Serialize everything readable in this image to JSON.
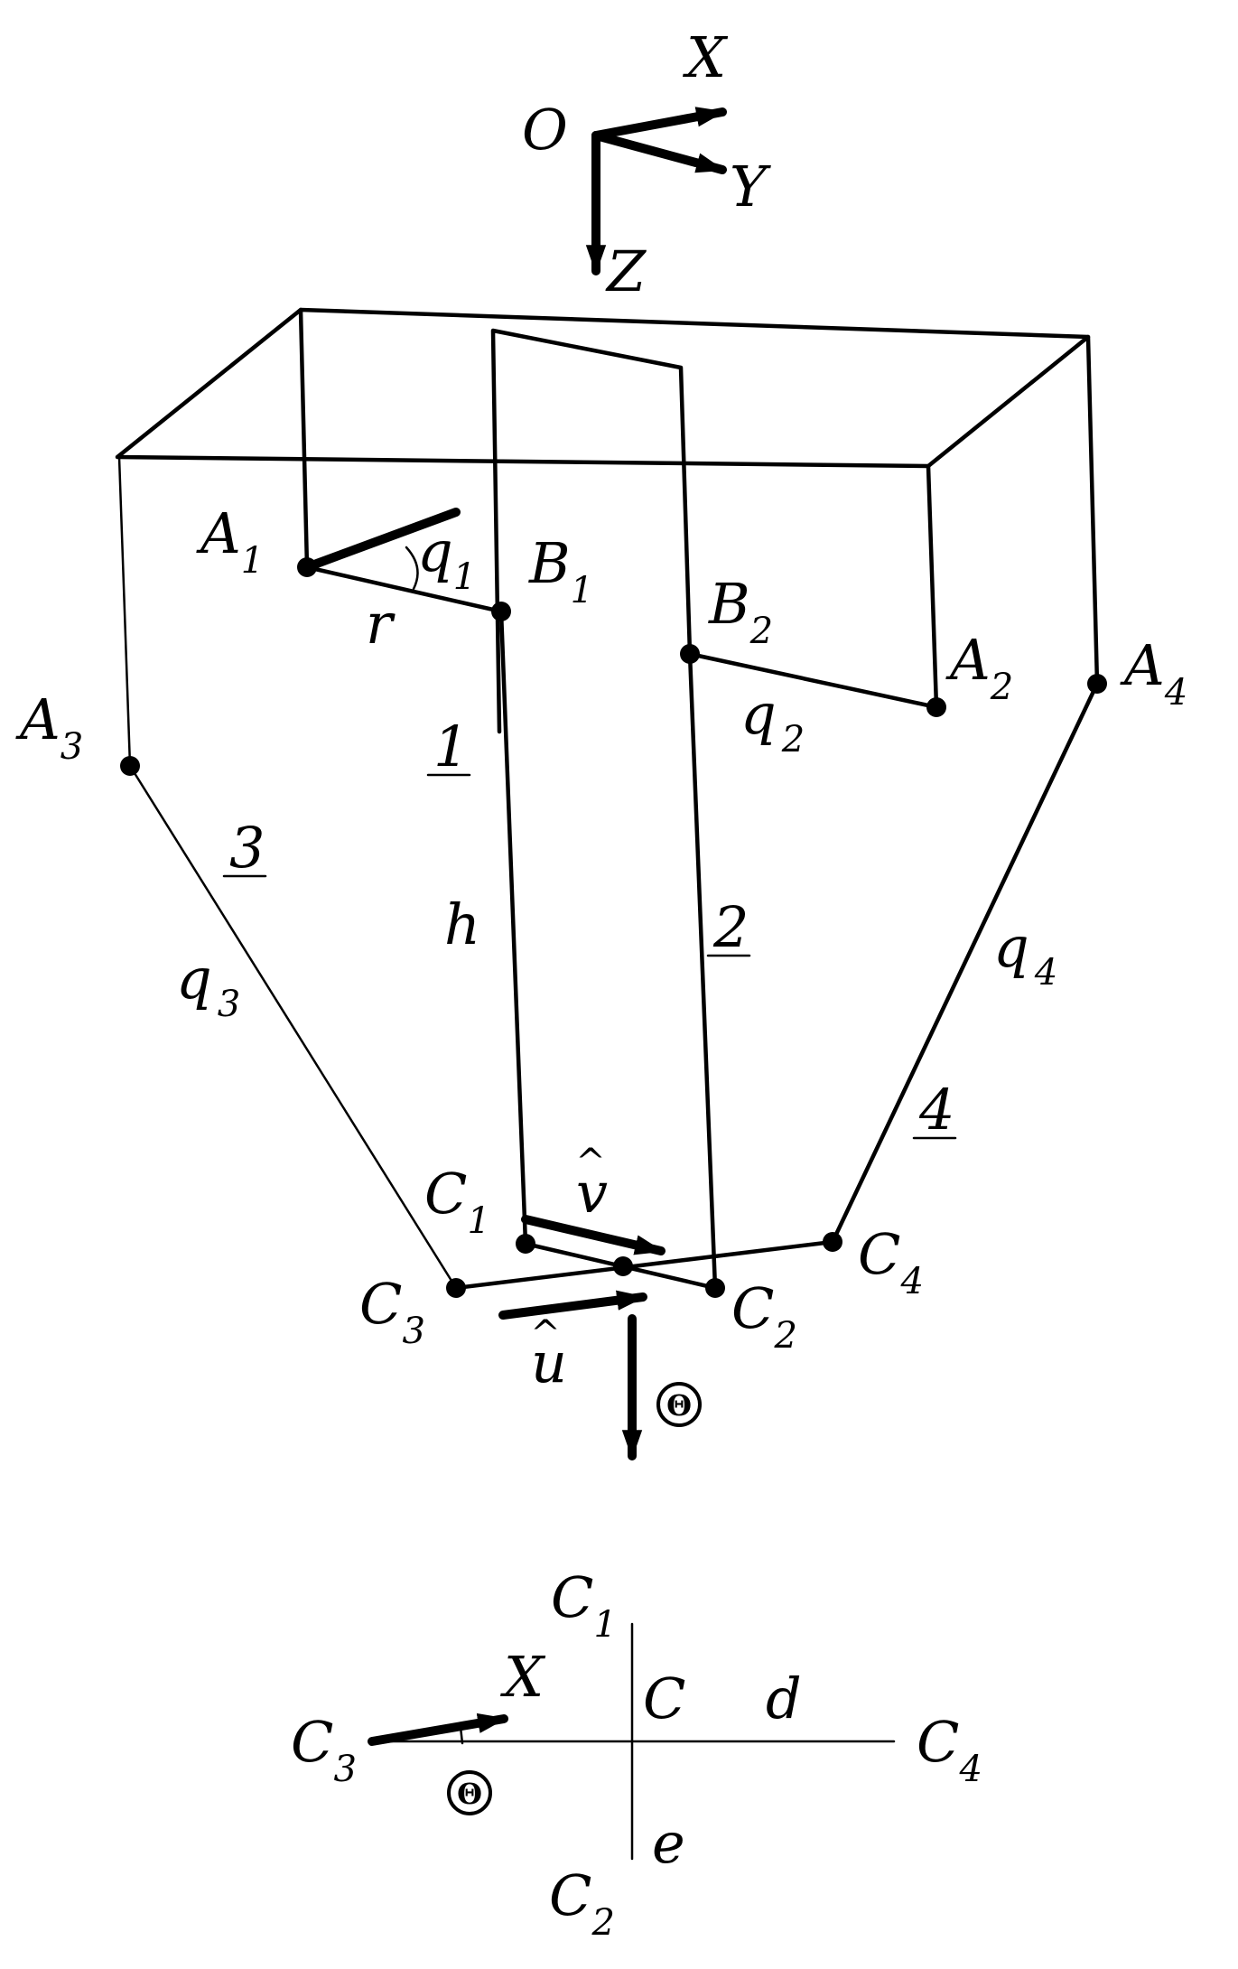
{
  "axes": {
    "origin": "O",
    "x": "X",
    "y": "Y",
    "z": "Z"
  },
  "points": {
    "A1": {
      "base": "A",
      "sub": "1"
    },
    "B1": {
      "base": "B",
      "sub": "1"
    },
    "B2": {
      "base": "B",
      "sub": "2"
    },
    "A2": {
      "base": "A",
      "sub": "2"
    },
    "A3": {
      "base": "A",
      "sub": "3"
    },
    "A4": {
      "base": "A",
      "sub": "4"
    },
    "C1": {
      "base": "C",
      "sub": "1"
    },
    "C2": {
      "base": "C",
      "sub": "2"
    },
    "C3": {
      "base": "C",
      "sub": "3"
    },
    "C4": {
      "base": "C",
      "sub": "4"
    }
  },
  "params": {
    "q1": {
      "base": "q",
      "sub": "1"
    },
    "q2": {
      "base": "q",
      "sub": "2"
    },
    "q3": {
      "base": "q",
      "sub": "3"
    },
    "q4": {
      "base": "q",
      "sub": "4"
    },
    "r": "r",
    "h": "h"
  },
  "legs": [
    "1",
    "2",
    "3",
    "4"
  ],
  "vectors": {
    "v": "v",
    "u": "u",
    "hat": "^"
  },
  "theta": "Θ",
  "plan": {
    "C1": {
      "base": "C",
      "sub": "1"
    },
    "C2": {
      "base": "C",
      "sub": "2"
    },
    "C3": {
      "base": "C",
      "sub": "3"
    },
    "C4": {
      "base": "C",
      "sub": "4"
    },
    "x": "X",
    "center": "C",
    "d": "d",
    "e": "e",
    "theta": "Θ"
  }
}
